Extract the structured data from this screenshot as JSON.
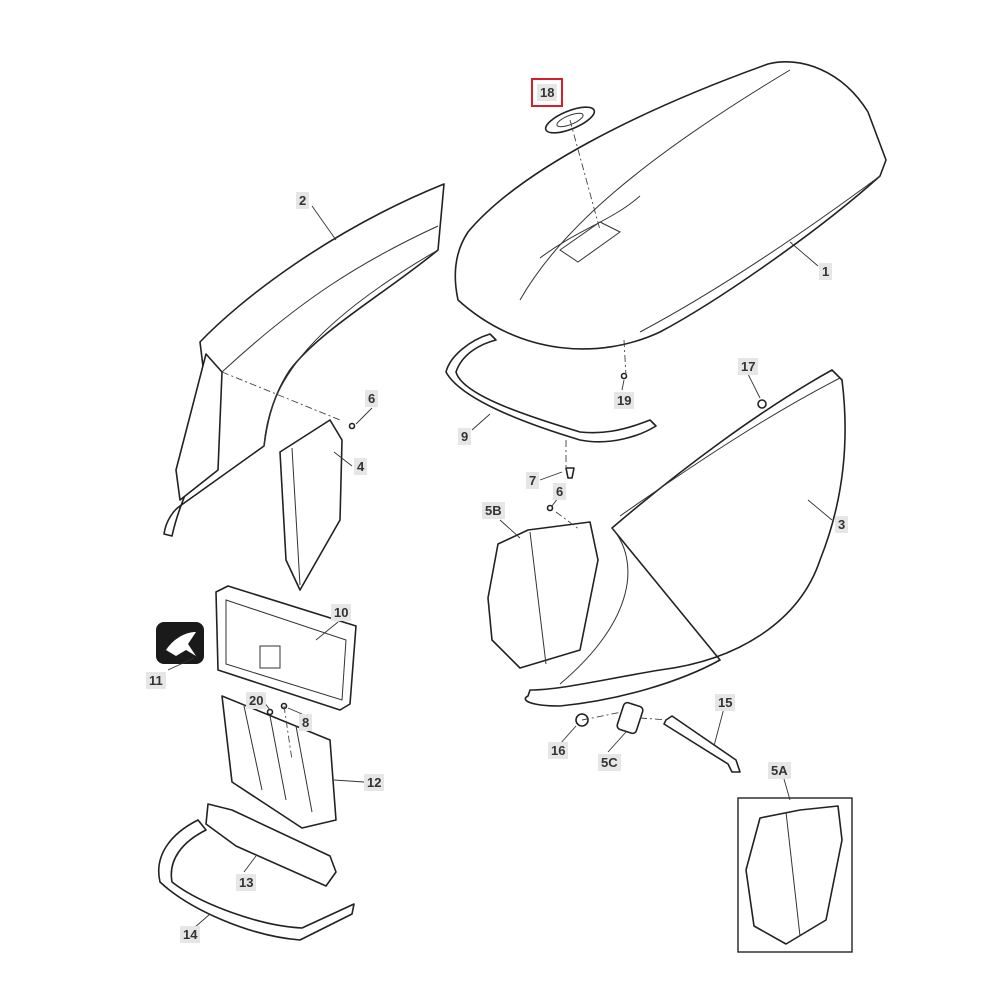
{
  "highlight_color": "#d81e2a",
  "callouts": {
    "c1": "1",
    "c2": "2",
    "c3": "3",
    "c4": "4",
    "c5a": "5A",
    "c5b": "5B",
    "c5c": "5C",
    "c6a": "6",
    "c6b": "6",
    "c7": "7",
    "c8": "8",
    "c9": "9",
    "c10": "10",
    "c11": "11",
    "c12": "12",
    "c13": "13",
    "c14": "14",
    "c15": "15",
    "c16": "16",
    "c17": "17",
    "c18": "18",
    "c19": "19",
    "c20": "20"
  },
  "highlighted_callout": "18"
}
